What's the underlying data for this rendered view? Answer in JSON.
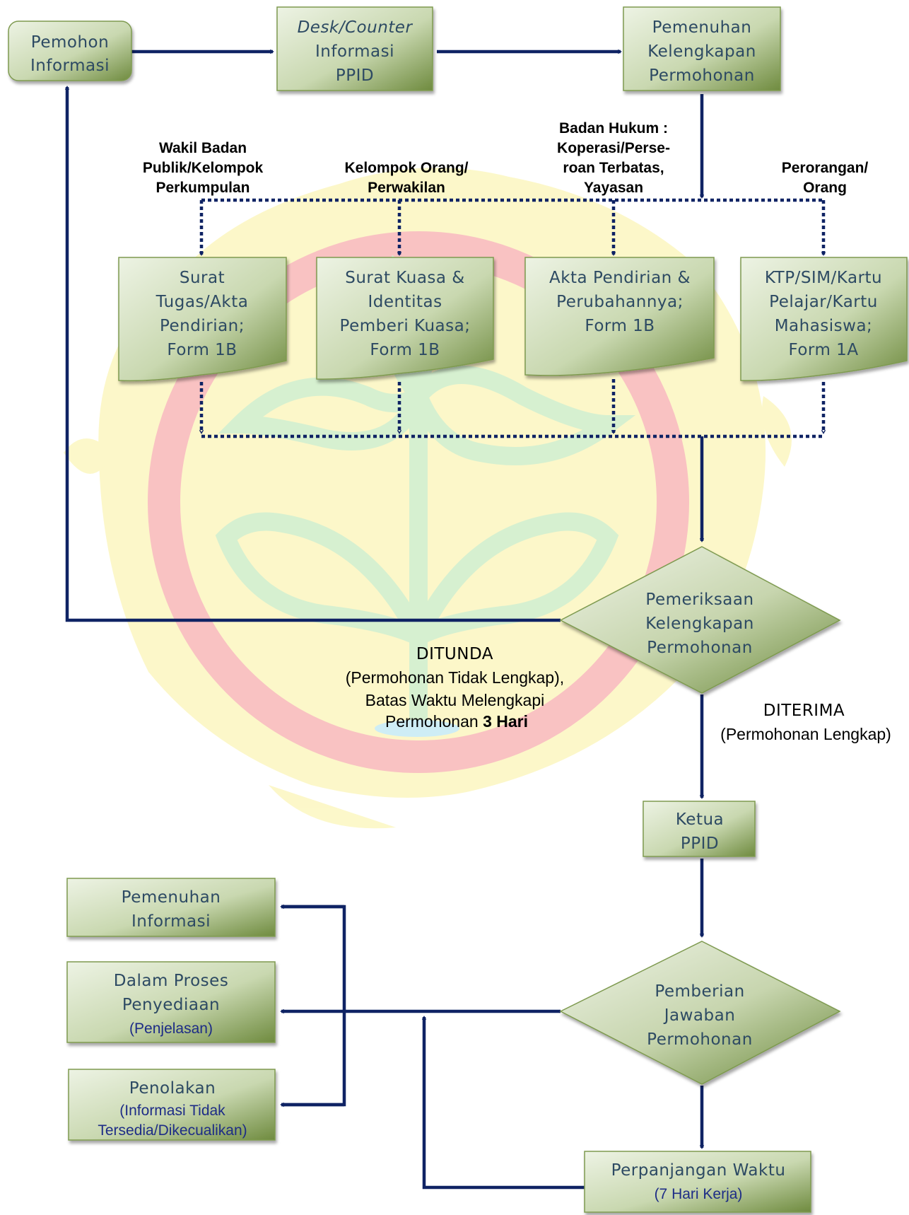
{
  "nodes": {
    "pemohon": [
      "Pemohon",
      "Informasi"
    ],
    "desk": [
      "Desk/Counter",
      "Informasi",
      "PPID"
    ],
    "pemenuhan_kelengkapan": [
      "Pemenuhan",
      "Kelengkapan",
      "Permohonan"
    ],
    "doc_wakil": [
      "Surat",
      "Tugas/Akta",
      "Pendirian;",
      "Form 1B"
    ],
    "doc_kelompok": [
      "Surat Kuasa &",
      "Identitas",
      "Pemberi Kuasa;",
      "Form 1B"
    ],
    "doc_badan": [
      "Akta Pendirian &",
      "Perubahannya;",
      "Form 1B"
    ],
    "doc_perorangan": [
      "KTP/SIM/Kartu",
      "Pelajar/Kartu",
      "Mahasiswa;",
      "Form 1A"
    ],
    "pemeriksaan": [
      "Pemeriksaan",
      "Kelengkapan",
      "Permohonan"
    ],
    "ketua": [
      "Ketua",
      "PPID"
    ],
    "pemberian": [
      "Pemberian",
      "Jawaban",
      "Permohonan"
    ],
    "perpanjangan": [
      "Perpanjangan Waktu",
      "(7 Hari Kerja)"
    ],
    "pemenuhan_informasi": [
      "Pemenuhan",
      "Informasi"
    ],
    "dalam_proses": [
      "Dalam Proses",
      "Penyediaan",
      "(Penjelasan)"
    ],
    "penolakan": [
      "Penolakan",
      "(Informasi Tidak",
      "Tersedia/Dikecualikan)"
    ]
  },
  "category_labels": {
    "wakil": [
      "Wakil Badan",
      "Publik/Kelompok",
      "Perkumpulan"
    ],
    "kelompok": [
      "Kelompok Orang/",
      "Perwakilan"
    ],
    "badan": [
      "Badan Hukum :",
      "Koperasi/Perse-",
      "roan Terbatas,",
      "Yayasan"
    ],
    "perorangan": [
      "Perorangan/",
      "Orang"
    ]
  },
  "edge_labels": {
    "ditunda": {
      "title": "DITUNDA",
      "line1": "(Permohonan Tidak Lengkap),",
      "line2": "Batas Waktu Melengkapi",
      "line3_prefix": "Permohonan ",
      "line3_bold": "3 Hari"
    },
    "diterima": {
      "title": "DITERIMA",
      "line1": "(Permohonan Lengkap)"
    }
  },
  "colors": {
    "node_fill_light": "#e4ecd7",
    "node_fill_dark": "#6f8b3f",
    "node_text": "#2d4a63",
    "arrow": "#0f2364",
    "watermark_red": "#f7b8b8",
    "watermark_yellow": "#fcf6bd",
    "watermark_green": "#cfeec8"
  }
}
